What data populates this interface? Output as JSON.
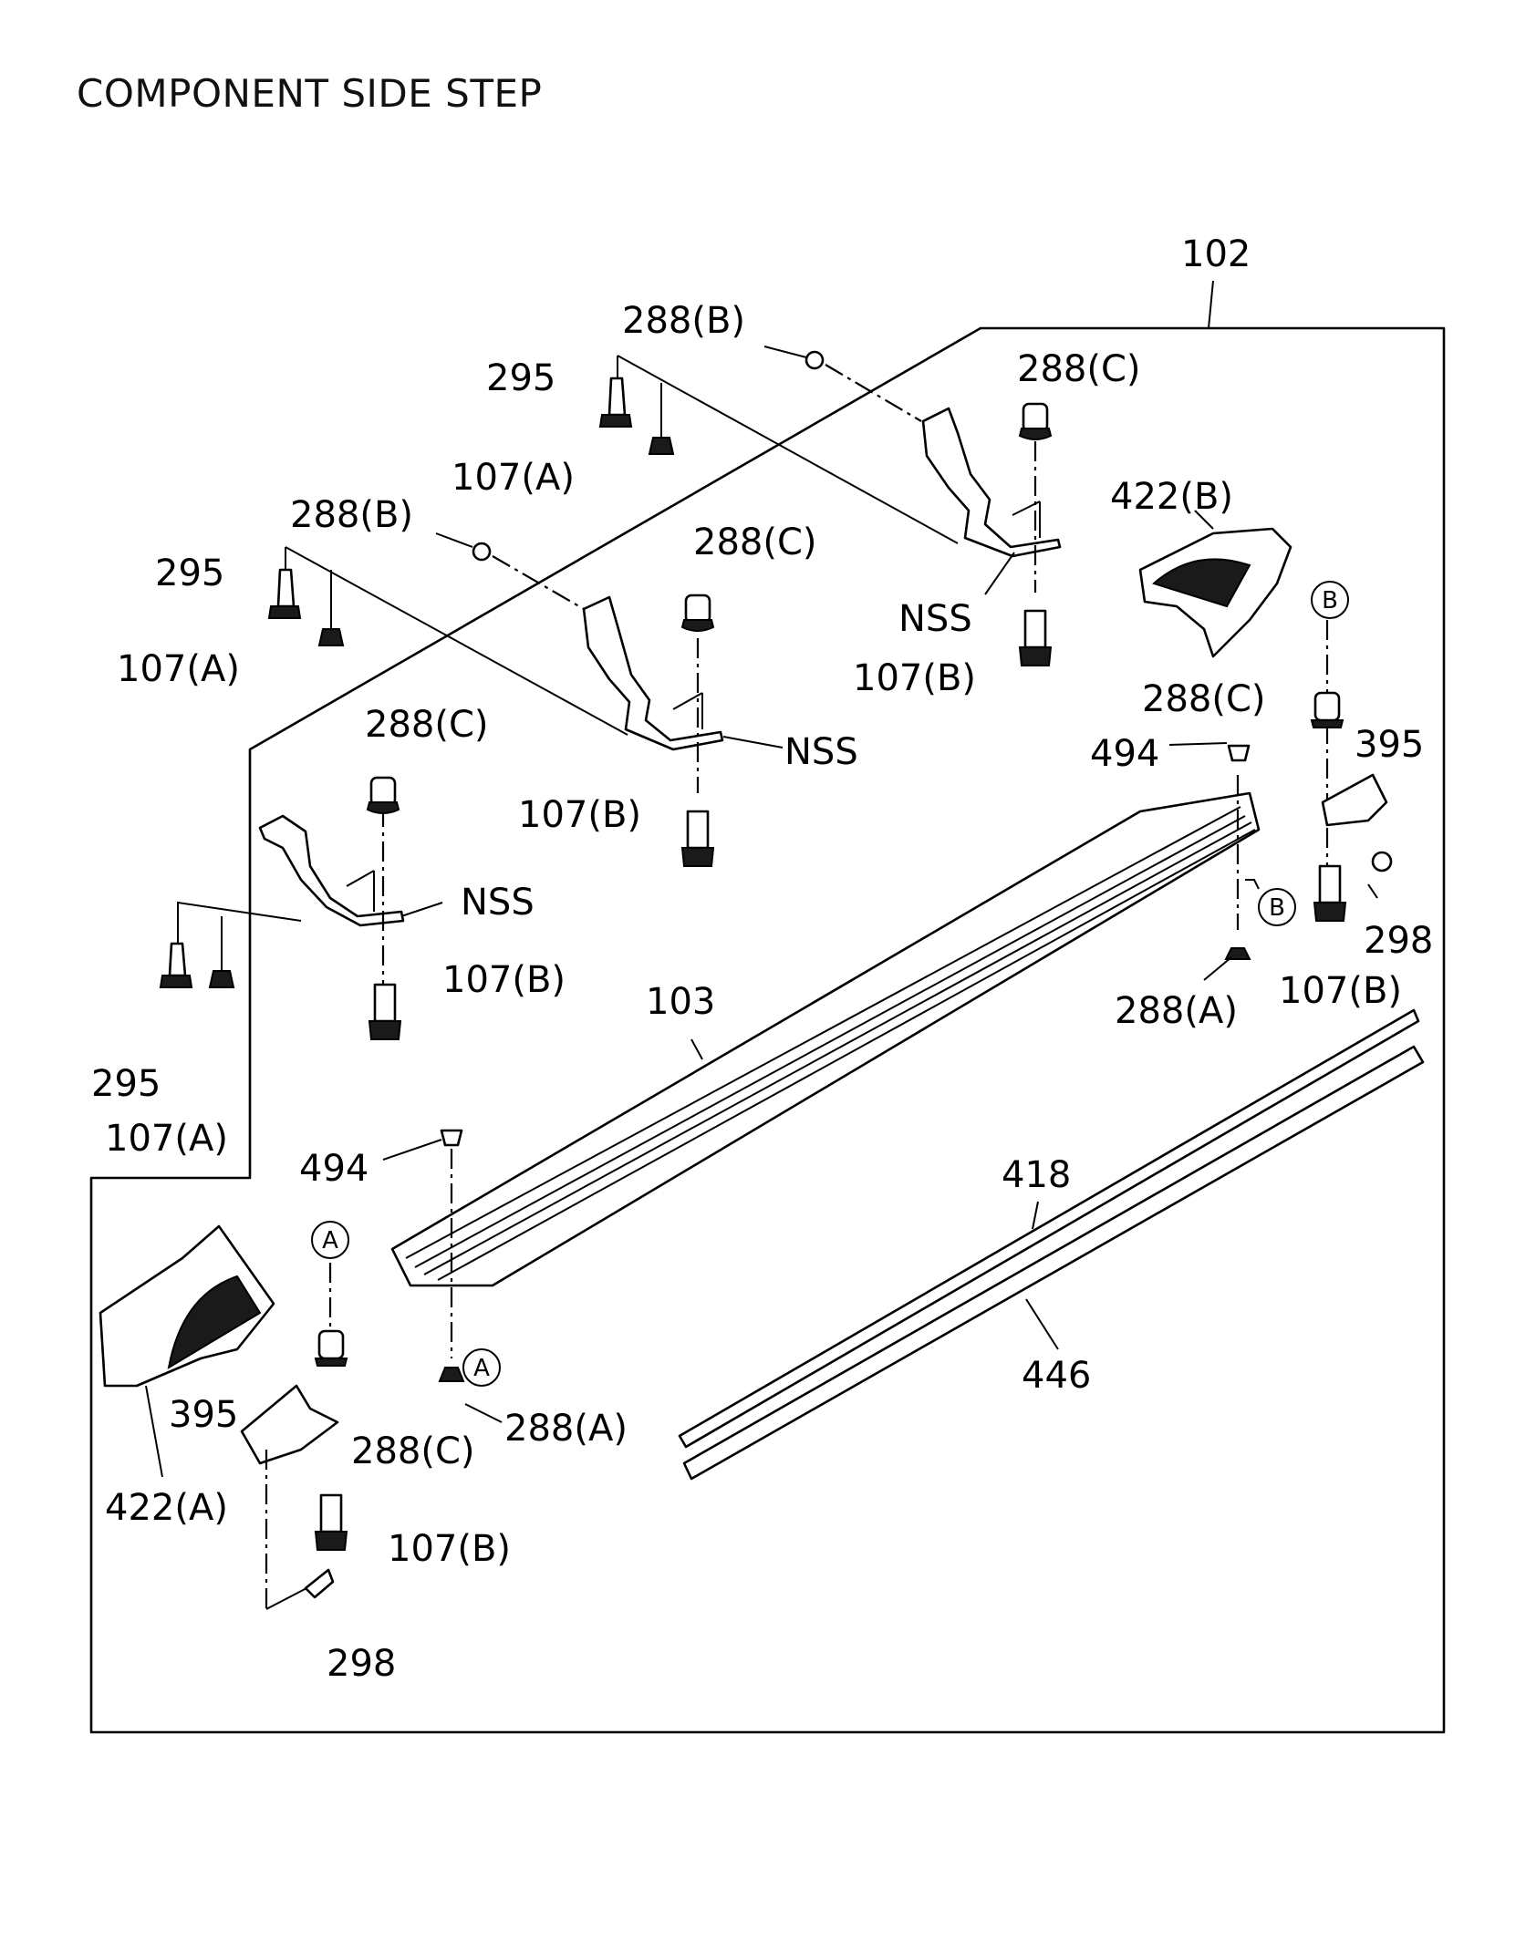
{
  "title": "COMPONENT SIDE STEP",
  "labels": {
    "p102": "102",
    "p103": "103",
    "p288b_1": "288(B)",
    "p288b_2": "288(B)",
    "p288c_1": "288(C)",
    "p288c_2": "288(C)",
    "p288c_3": "288(C)",
    "p288c_4": "288(C)",
    "p288c_5": "288(C)",
    "p288a_1": "288(A)",
    "p288a_2": "288(A)",
    "p295_1": "295",
    "p295_2": "295",
    "p295_3": "295",
    "p107a_1": "107(A)",
    "p107a_2": "107(A)",
    "p107a_3": "107(A)",
    "p107b_1": "107(B)",
    "p107b_2": "107(B)",
    "p107b_3": "107(B)",
    "p107b_4": "107(B)",
    "p107b_5": "107(B)",
    "nss_1": "NSS",
    "nss_2": "NSS",
    "nss_3": "NSS",
    "p422b": "422(B)",
    "p422a": "422(A)",
    "p494_1": "494",
    "p494_2": "494",
    "p395_1": "395",
    "p395_2": "395",
    "p298_1": "298",
    "p298_2": "298",
    "p418": "418",
    "p446": "446"
  },
  "markers": {
    "a": "A",
    "b": "B"
  }
}
